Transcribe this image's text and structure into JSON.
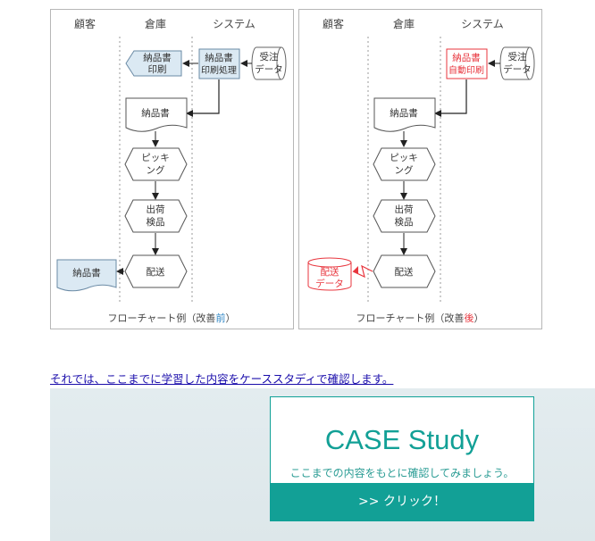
{
  "colors": {
    "accent_teal": "#12a096",
    "highlight_red": "#e8363e",
    "shape_fill_blue": "#dbe9f3",
    "link_blue": "#1a0dab"
  },
  "before": {
    "lane_customer": "顧客",
    "lane_warehouse": "倉庫",
    "lane_system": "システム",
    "print_line1": "納品書",
    "print_line2": "印刷",
    "process_line1": "納品書",
    "process_line2": "印刷処理",
    "order_line1": "受注",
    "order_line2": "データ",
    "doc_label": "納品書",
    "picking_line1": "ピッキ",
    "picking_line2": "ング",
    "inspect_line1": "出荷",
    "inspect_line2": "検品",
    "ship_label": "配送",
    "customer_doc_label": "納品書",
    "caption_main": "フローチャート例（改善",
    "caption_accent": "前",
    "caption_end": "）"
  },
  "after": {
    "lane_customer": "顧客",
    "lane_warehouse": "倉庫",
    "lane_system": "システム",
    "autoprint_line1": "納品書",
    "autoprint_line2": "自動印刷",
    "order_line1": "受注",
    "order_line2": "データ",
    "doc_label": "納品書",
    "picking_line1": "ピッキ",
    "picking_line2": "ング",
    "inspect_line1": "出荷",
    "inspect_line2": "検品",
    "ship_label": "配送",
    "shipdata_line1": "配送",
    "shipdata_line2": "データ",
    "caption_main": "フローチャート例（改善",
    "caption_accent": "後",
    "caption_end": "）"
  },
  "intro_link": "それでは、ここまでに学習した内容をケーススタディで確認します。",
  "case_study": {
    "title": "CASE Study",
    "subtitle": "ここまでの内容をもとに確認してみましょう。",
    "button": ">> クリック！"
  }
}
